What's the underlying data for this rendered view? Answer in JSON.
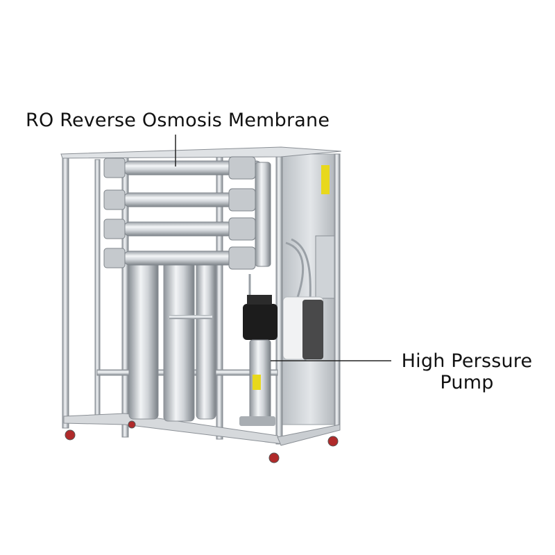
{
  "labels": {
    "membrane": "RO Reverse Osmosis Membrane",
    "pump_line1": "High Perssure",
    "pump_line2": "Pump"
  },
  "colors": {
    "steel_light": "#eef0f2",
    "steel_mid": "#c5c9cd",
    "steel_dark": "#8a8f95",
    "pump_black": "#1c1c1c",
    "warning_yellow": "#e8d81c",
    "wheel_red": "#b02a2a",
    "leader_line": "#222222"
  }
}
